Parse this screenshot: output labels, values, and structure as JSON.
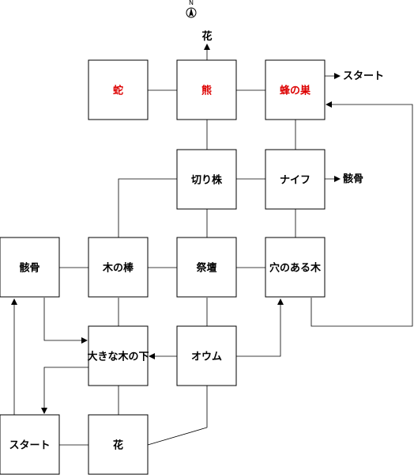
{
  "compass": {
    "label": "N"
  },
  "colors": {
    "highlight": "#dd0000",
    "normal": "#000000"
  },
  "nodes": [
    {
      "id": "snake",
      "label": "蛇",
      "highlight": true
    },
    {
      "id": "bear",
      "label": "熊",
      "highlight": true
    },
    {
      "id": "beehive",
      "label": "蜂の巣",
      "highlight": true
    },
    {
      "id": "stump",
      "label": "切り株",
      "highlight": false
    },
    {
      "id": "knife",
      "label": "ナイフ",
      "highlight": false
    },
    {
      "id": "skeleton",
      "label": "骸骨",
      "highlight": false
    },
    {
      "id": "stick",
      "label": "木の棒",
      "highlight": false
    },
    {
      "id": "altar",
      "label": "祭壇",
      "highlight": false
    },
    {
      "id": "hollowtree",
      "label": "穴のある木",
      "highlight": false
    },
    {
      "id": "bigtree",
      "label": "大きな木の下",
      "highlight": false
    },
    {
      "id": "parrot",
      "label": "オウム",
      "highlight": false
    },
    {
      "id": "start",
      "label": "スタート",
      "highlight": false
    },
    {
      "id": "flower",
      "label": "花",
      "highlight": false
    }
  ],
  "exits": [
    {
      "id": "exit-flower",
      "label": "花"
    },
    {
      "id": "exit-start",
      "label": "スタート"
    },
    {
      "id": "exit-skeleton",
      "label": "骸骨"
    }
  ]
}
